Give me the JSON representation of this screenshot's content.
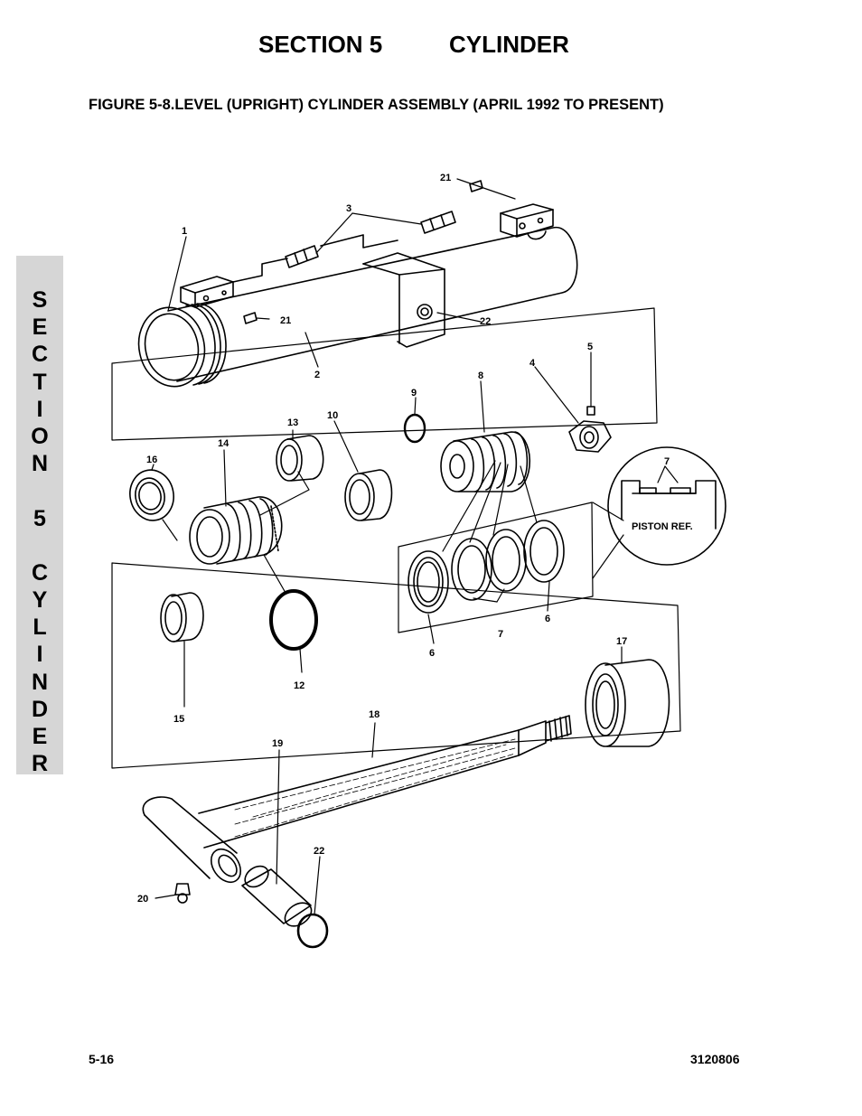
{
  "header": {
    "section": "SECTION 5",
    "chapter": "CYLINDER"
  },
  "figure": {
    "title": "FIGURE 5-8.LEVEL (UPRIGHT) CYLINDER ASSEMBLY (APRIL 1992 TO PRESENT)"
  },
  "side_tab": {
    "chars": [
      "S",
      "E",
      "C",
      "T",
      "I",
      "O",
      "N",
      "",
      "5",
      "",
      "C",
      "Y",
      "L",
      "I",
      "N",
      "D",
      "E",
      "R"
    ]
  },
  "callouts": {
    "c1": "1",
    "c2": "2",
    "c3": "3",
    "c4": "4",
    "c5": "5",
    "c6a": "6",
    "c6b": "6",
    "c7a": "7",
    "c7b": "7",
    "c8": "8",
    "c9": "9",
    "c10": "10",
    "c12": "12",
    "c13": "13",
    "c14": "14",
    "c15": "15",
    "c16": "16",
    "c17": "17",
    "c18": "18",
    "c19": "19",
    "c20": "20",
    "c21a": "21",
    "c21b": "21",
    "c22a": "22",
    "c22b": "22"
  },
  "detail": {
    "label": "PISTON REF."
  },
  "footer": {
    "page": "5-16",
    "doc_number": "3120806"
  }
}
